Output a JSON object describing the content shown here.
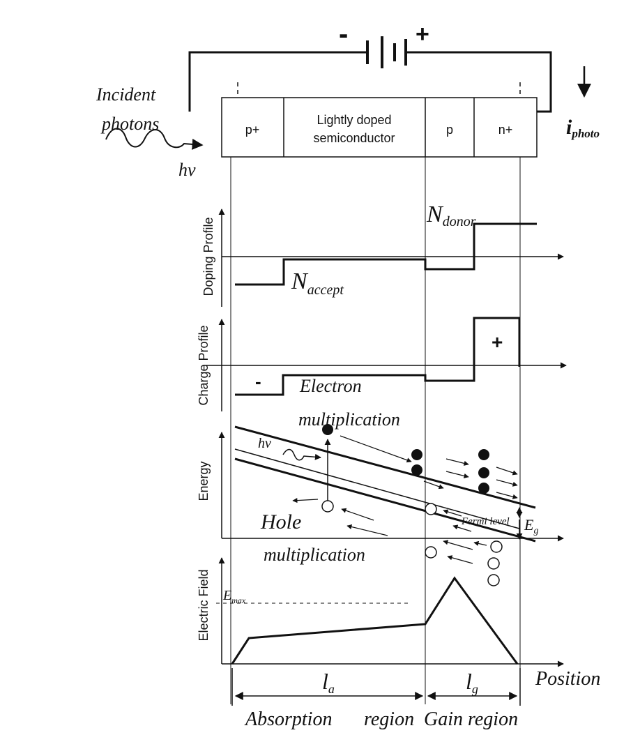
{
  "circuit": {
    "battery_minus": "-",
    "battery_plus": "+",
    "current_label_main": "i",
    "current_label_sub": "photo"
  },
  "incident": {
    "line1": "Incident",
    "line2": "photons",
    "hv": "hv"
  },
  "regions": [
    {
      "label_lines": [
        "p+"
      ]
    },
    {
      "label_lines": [
        "Lightly doped",
        "semiconductor"
      ]
    },
    {
      "label_lines": [
        "p"
      ]
    },
    {
      "label_lines": [
        "n+"
      ]
    }
  ],
  "panels": {
    "doping": {
      "axis_label": "Doping Profile",
      "donor_main": "N",
      "donor_sub": "donor",
      "accept_main": "N",
      "accept_sub": "accept"
    },
    "charge": {
      "axis_label": "Charge Profile",
      "minus": "-",
      "plus": "+",
      "electron": "Electron",
      "multiplication": "multiplication"
    },
    "energy": {
      "axis_label": "Energy",
      "hv": "hv",
      "hole": "Hole",
      "multiplication": "multiplication",
      "fermi": "Fermi level",
      "eg_main": "E",
      "eg_sub": "g"
    },
    "field": {
      "axis_label": "Electric Field",
      "emax_main": "E",
      "emax_sub": "max"
    }
  },
  "bottom": {
    "la_main": "l",
    "la_sub": "a",
    "lg_main": "l",
    "lg_sub": "g",
    "position": "Position",
    "absorption": "Absorption",
    "region": "region",
    "gain": "Gain region"
  },
  "colors": {
    "ink": "#111111",
    "background": "#ffffff"
  }
}
